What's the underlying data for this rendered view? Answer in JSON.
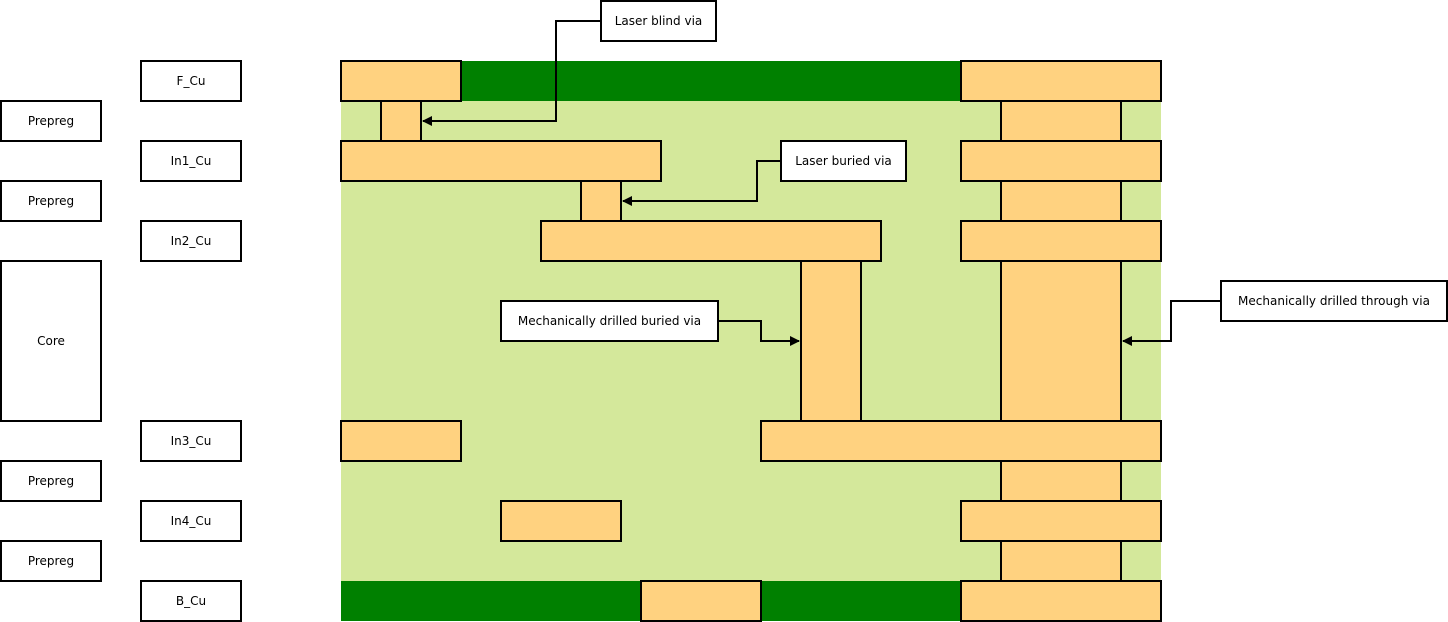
{
  "colors": {
    "copper": "#ffd280",
    "dielectric": "#d4e89b",
    "soldermask": "#008000",
    "outline": "#000000",
    "label_bg": "#ffffff"
  },
  "dielectric_labels": [
    "Prepreg",
    "Prepreg",
    "Core",
    "Prepreg",
    "Prepreg"
  ],
  "copper_labels": [
    "F_Cu",
    "In1_Cu",
    "In2_Cu",
    "In3_Cu",
    "In4_Cu",
    "B_Cu"
  ],
  "callouts": {
    "laser_blind": "Laser blind via",
    "laser_buried": "Laser buried via",
    "mech_buried": "Mechanically drilled buried via",
    "mech_through": "Mechanically drilled through via"
  }
}
